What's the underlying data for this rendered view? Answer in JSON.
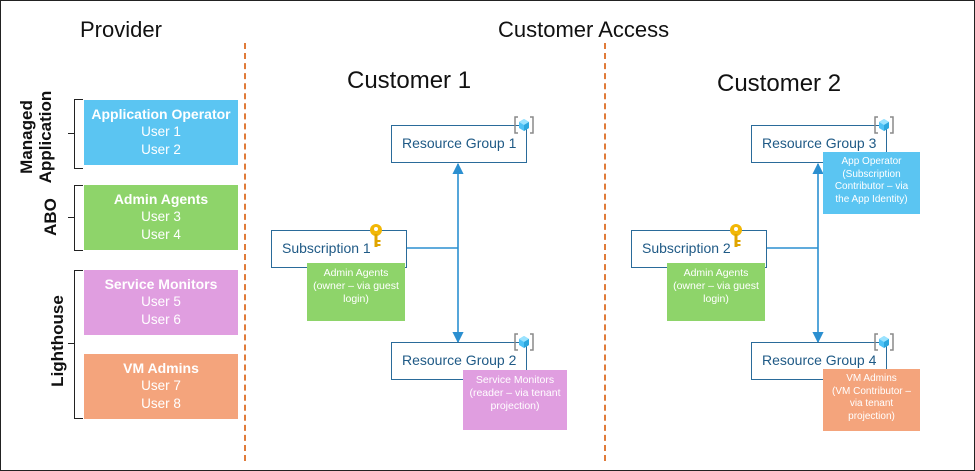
{
  "headings": {
    "provider": "Provider",
    "customer_access": "Customer Access",
    "customer1": "Customer 1",
    "customer2": "Customer 2"
  },
  "groups": {
    "managed_application": "Managed Application",
    "abo": "ABO",
    "lighthouse": "Lighthouse"
  },
  "provider_boxes": [
    {
      "title": "Application Operator",
      "users": [
        "User 1",
        "User 2"
      ],
      "color": "#5bc5f2"
    },
    {
      "title": "Admin Agents",
      "users": [
        "User 3",
        "User 4"
      ],
      "color": "#8ed46a"
    },
    {
      "title": "Service Monitors",
      "users": [
        "User 5",
        "User 6"
      ],
      "color": "#e09ee0"
    },
    {
      "title": "VM Admins",
      "users": [
        "User 7",
        "User 8"
      ],
      "color": "#f4a47c"
    }
  ],
  "customer1": {
    "resource_group_1": "Resource Group 1",
    "subscription": "Subscription 1",
    "resource_group_2": "Resource Group 2",
    "sub_note": [
      "Admin Agents",
      "(owner – via guest",
      "login)"
    ],
    "rg2_note": [
      "Service Monitors",
      "(reader – via tenant",
      "projection)"
    ]
  },
  "customer2": {
    "resource_group_3": "Resource Group 3",
    "subscription": "Subscription 2",
    "resource_group_4": "Resource Group 4",
    "rg3_note": [
      "App Operator",
      "(Subscription",
      "Contributor – via",
      "the App Identity)"
    ],
    "sub_note": [
      "Admin Agents",
      "(owner – via guest",
      "login)"
    ],
    "rg4_note": [
      "VM Admins",
      "(VM Contributor –",
      "via tenant",
      "projection)"
    ]
  },
  "colors": {
    "connector": "#2b8fd0",
    "node_border": "#2a6b9a",
    "divider": "#e07b39",
    "key": "#f2b705",
    "cube": "#4fc3f7"
  },
  "icons": [
    "resource-group-icon",
    "key-icon"
  ]
}
